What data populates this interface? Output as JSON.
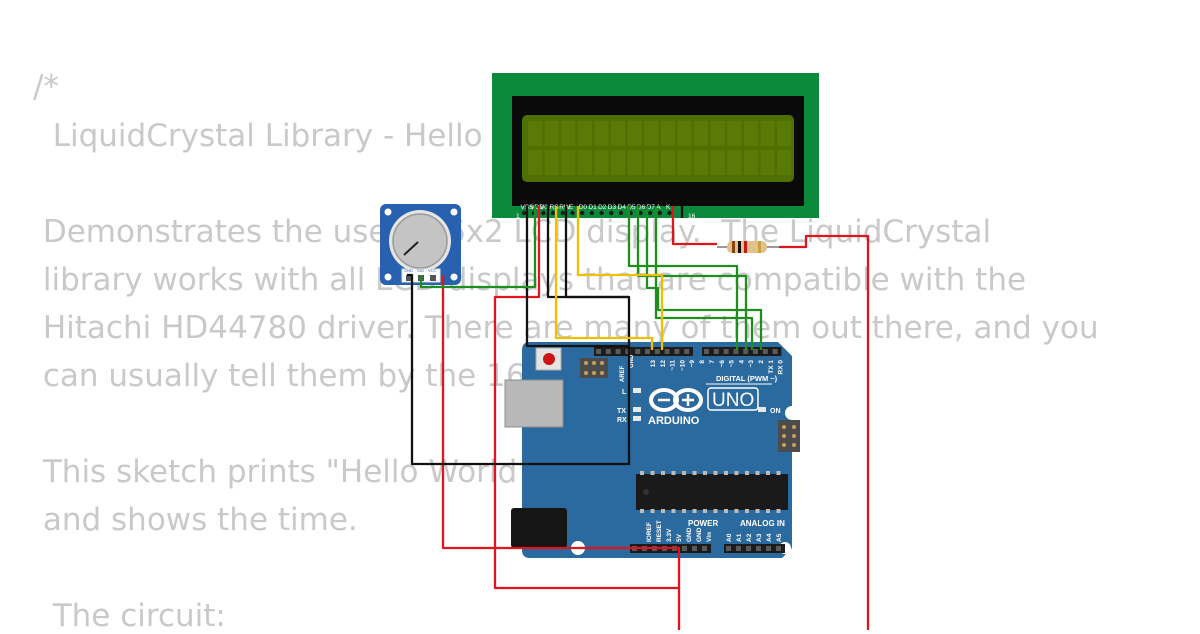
{
  "code_comment": {
    "lines": [
      "/*",
      "  LiquidCrystal Library - Hello World",
      "",
      " Demonstrates the use a 16x2 LCD display.  The LiquidCrystal",
      " library works with all LCD displays that are compatible with the",
      " Hitachi HD44780 driver. There are many of them out there, and you",
      " can usually tell them by the 16-pin interface.",
      "",
      " This sketch prints \"Hello World!\" to the LCD",
      " and shows the time.",
      "",
      "  The circuit:"
    ]
  },
  "lcd": {
    "pin_labels": [
      "VSS",
      "VDD",
      "V0",
      "RS",
      "RW",
      "E",
      "D0",
      "D1",
      "D2",
      "D3",
      "D4",
      "D5",
      "D6",
      "D7",
      "A",
      "K"
    ],
    "pin_first": "1",
    "pin_last": "16",
    "bezel_color": "#0c8a3c",
    "screen_color": "#4f6f00"
  },
  "potentiometer": {
    "pin_labels": [
      "GND",
      "SIG",
      "VCC"
    ]
  },
  "arduino": {
    "brand": "ARDUINO",
    "model": "UNO",
    "digital_label": "DIGITAL (PWM ~)",
    "power_label": "POWER",
    "analog_label": "ANALOG IN",
    "on_label": "ON",
    "led_labels": [
      "L",
      "TX",
      "RX"
    ],
    "aref": "AREF",
    "gnd": "GND",
    "digital_pins": [
      "13",
      "12",
      "~11",
      "~10",
      "~9",
      "8",
      "7",
      "~6",
      "~5",
      "4",
      "~3",
      "2",
      "TX 1",
      "RX 0"
    ],
    "power_pins": [
      "IOREF",
      "RESET",
      "3.3V",
      "5V",
      "GND",
      "GND",
      "Vin"
    ],
    "analog_pins": [
      "A0",
      "A1",
      "A2",
      "A3",
      "A4",
      "A5"
    ],
    "board_color": "#2a6a9e"
  },
  "wire_colors": {
    "red": "#e0141e",
    "black": "#111111",
    "green": "#1e8f1e",
    "yellow": "#f0c000"
  }
}
